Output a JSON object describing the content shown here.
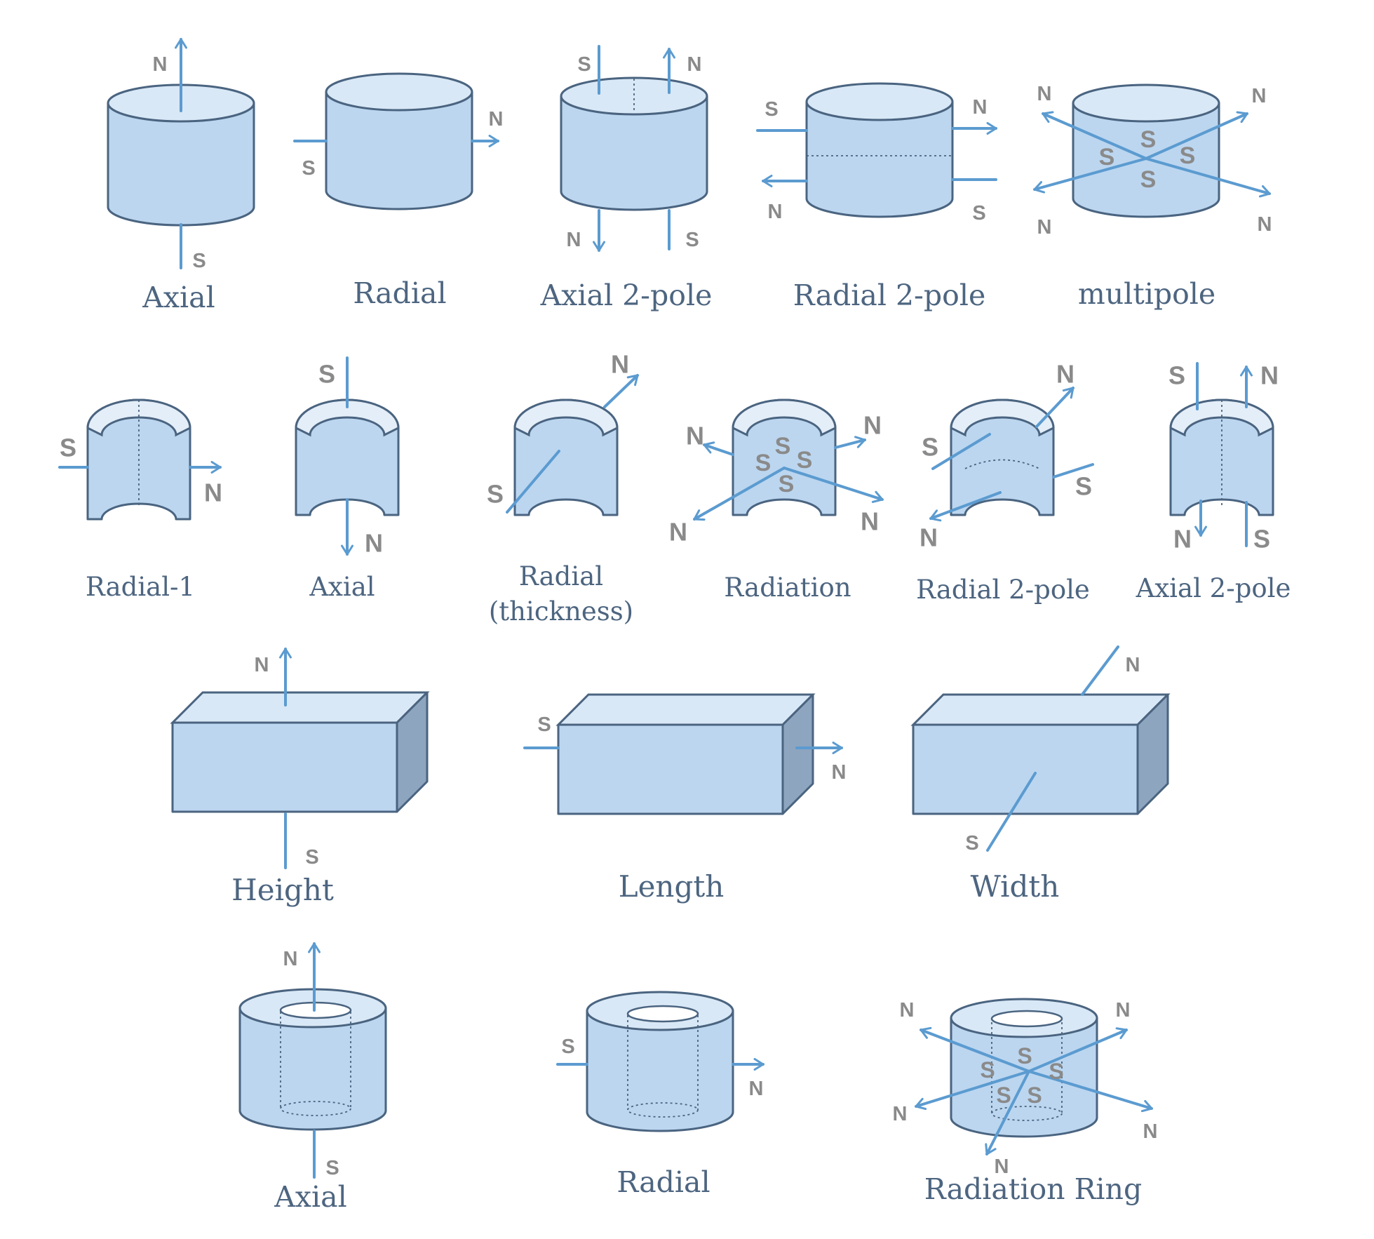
{
  "figure": {
    "accent_color": "#5b9bd0",
    "body_color": "#bcd6f0",
    "caption_color": "#4d6580",
    "pole_label_color": "#8a8a8a"
  },
  "poles": {
    "north": "N",
    "south": "S"
  },
  "rows": [
    {
      "shape": "cylinder",
      "items": [
        {
          "caption": "Axial"
        },
        {
          "caption": "Radial"
        },
        {
          "caption": "Axial 2-pole"
        },
        {
          "caption": "Radial  2-pole"
        },
        {
          "caption": "multipole"
        }
      ]
    },
    {
      "shape": "arc-segment",
      "items": [
        {
          "caption": "Radial-1"
        },
        {
          "caption": "Axial"
        },
        {
          "caption_line1": "Radial",
          "caption_line2": "(thickness)"
        },
        {
          "caption": "Radiation"
        },
        {
          "caption": "Radial 2-pole"
        },
        {
          "caption": "Axial 2-pole"
        }
      ]
    },
    {
      "shape": "block",
      "items": [
        {
          "caption": "Height"
        },
        {
          "caption": "Length"
        },
        {
          "caption": "Width"
        }
      ]
    },
    {
      "shape": "ring",
      "items": [
        {
          "caption": "Axial"
        },
        {
          "caption": "Radial"
        },
        {
          "caption": "Radiation Ring"
        }
      ]
    }
  ]
}
